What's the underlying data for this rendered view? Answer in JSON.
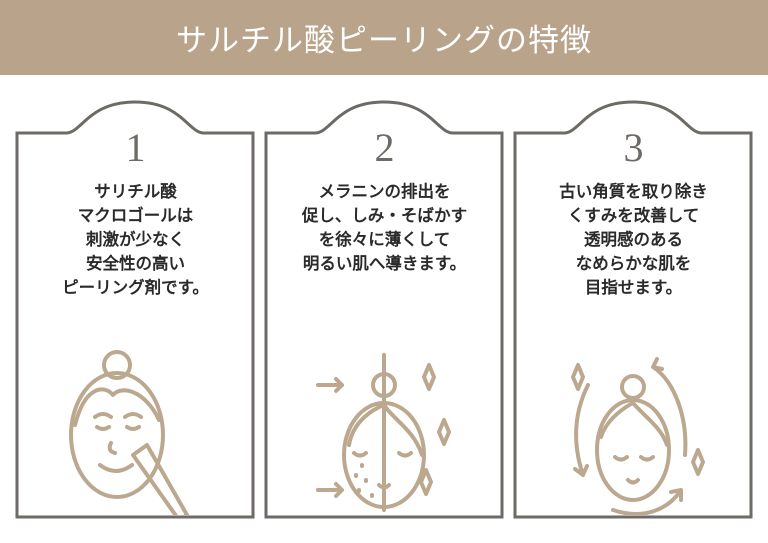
{
  "title": "サルチル酸ピーリングの特徴",
  "colors": {
    "header_bg": "#b9a38b",
    "frame": "#6e6a66",
    "icon": "#bba88f"
  },
  "cards": [
    {
      "number": "1",
      "lines": [
        "サリチル酸",
        "マクロゴールは",
        "刺激が少なく",
        "安全性の高い",
        "ピーリング剤です。"
      ],
      "icon": "face-with-brush-icon"
    },
    {
      "number": "2",
      "lines": [
        "メラニンの排出を",
        "促し、しみ・そばかす",
        "を徐々に薄くして",
        "明るい肌へ導きます。"
      ],
      "icon": "face-before-after-icon"
    },
    {
      "number": "3",
      "lines": [
        "古い角質を取り除き",
        "くすみを改善して",
        "透明感のある",
        "なめらかな肌を",
        "目指せます。"
      ],
      "icon": "face-renewal-cycle-icon"
    }
  ]
}
